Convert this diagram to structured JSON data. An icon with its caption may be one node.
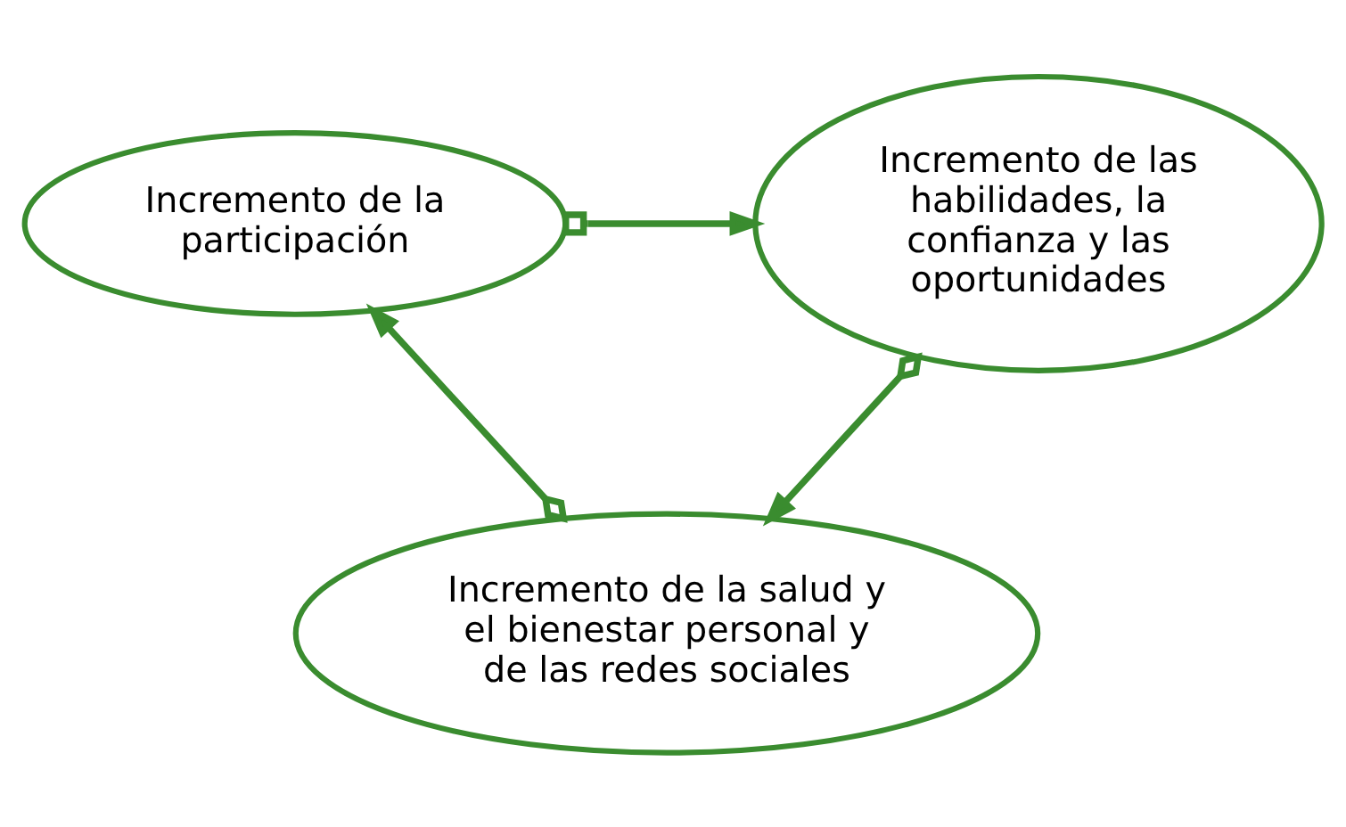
{
  "diagram": {
    "nodes": [
      {
        "text": [
          "Incremento de las habilidades, la confianza y las oportunidades"
        ]
      },
      {
        "text": [
          "Incremento de la participación"
        ]
      },
      {
        "text": [
          "Incremento de la salud y el bienestar personal y de las redes sociales"
        ]
      }
    ],
    "edges": [
      {
        "from": 1,
        "to": 0,
        "arrow": "to"
      },
      {
        "from": 0,
        "to": 2,
        "arrow": "to"
      },
      {
        "from": 2,
        "to": 1,
        "arrow": "to"
      }
    ]
  }
}
